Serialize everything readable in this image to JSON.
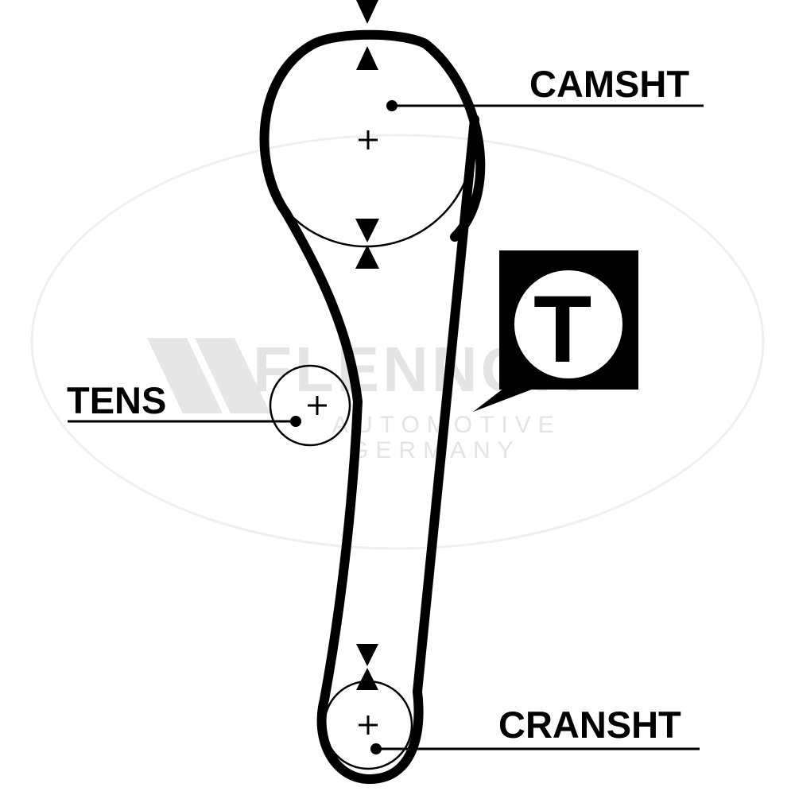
{
  "labels": {
    "camshaft": "CAMSHT",
    "tensioner": "TENS",
    "crankshaft": "CRANSHT"
  },
  "badge": {
    "letter": "T"
  },
  "watermark": {
    "brand": "FLENNOR",
    "line1": "AUTOMOTIVE",
    "line2": "GERMANY",
    "registered": "®"
  },
  "colors": {
    "ink": "#000000",
    "watermark": "#e4e4e4",
    "background": "#ffffff"
  },
  "icons": {
    "timing_mark": "triangle-pair-marker",
    "pulley_center": "plus-crosshair",
    "badge": "t-letter-badge"
  }
}
